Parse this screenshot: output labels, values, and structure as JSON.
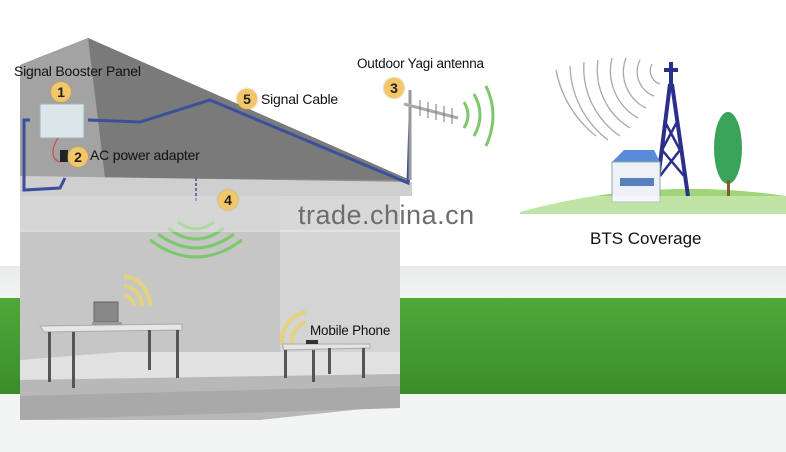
{
  "diagram": {
    "labels": {
      "booster_panel": "Signal Booster Panel",
      "power_adapter": "AC power adapter",
      "signal_cable": "Signal Cable",
      "yagi_antenna": "Outdoor Yagi antenna",
      "mobile_phone": "Mobile Phone",
      "bts_coverage": "BTS Coverage"
    },
    "badges": {
      "booster_panel": "1",
      "power_adapter": "2",
      "yagi_antenna": "3",
      "indoor_antenna": "4",
      "signal_cable": "5"
    },
    "watermark": "trade.china.cn"
  },
  "colors": {
    "badge": "#f1c76a",
    "cable": "#3b4f9a",
    "tower": "#2a2f8a",
    "signal_green": "#6fbf5a",
    "signal_yellow": "#e8d58a",
    "grass": "#3f9a2f",
    "house_wall": "#c8c8c8",
    "tree": "#3aa35a"
  }
}
